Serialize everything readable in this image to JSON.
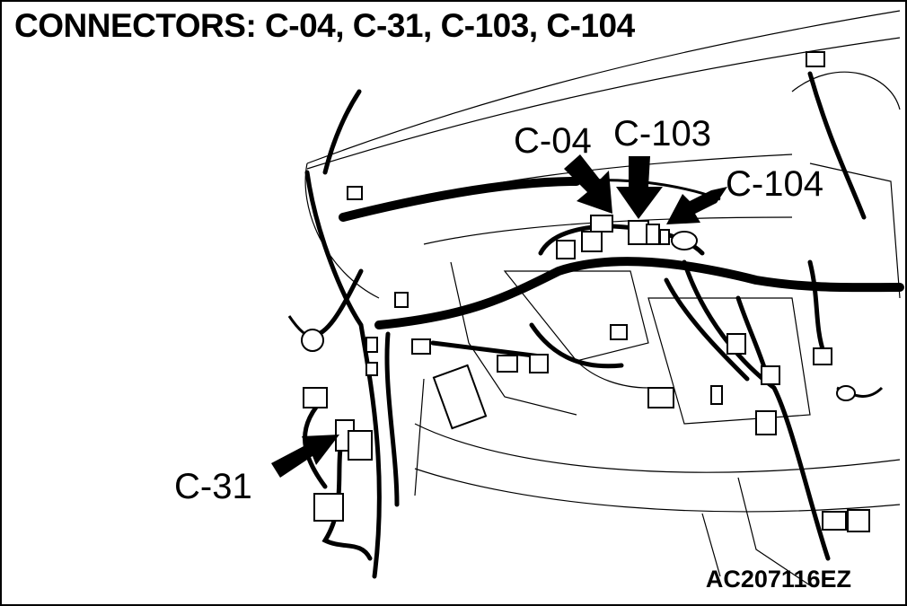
{
  "title": "CONNECTORS: C-04, C-31, C-103, C-104",
  "callouts": {
    "c04": "C-04",
    "c103": "C-103",
    "c104": "C-104",
    "c31": "C-31"
  },
  "figure_code": "AC207116EZ"
}
